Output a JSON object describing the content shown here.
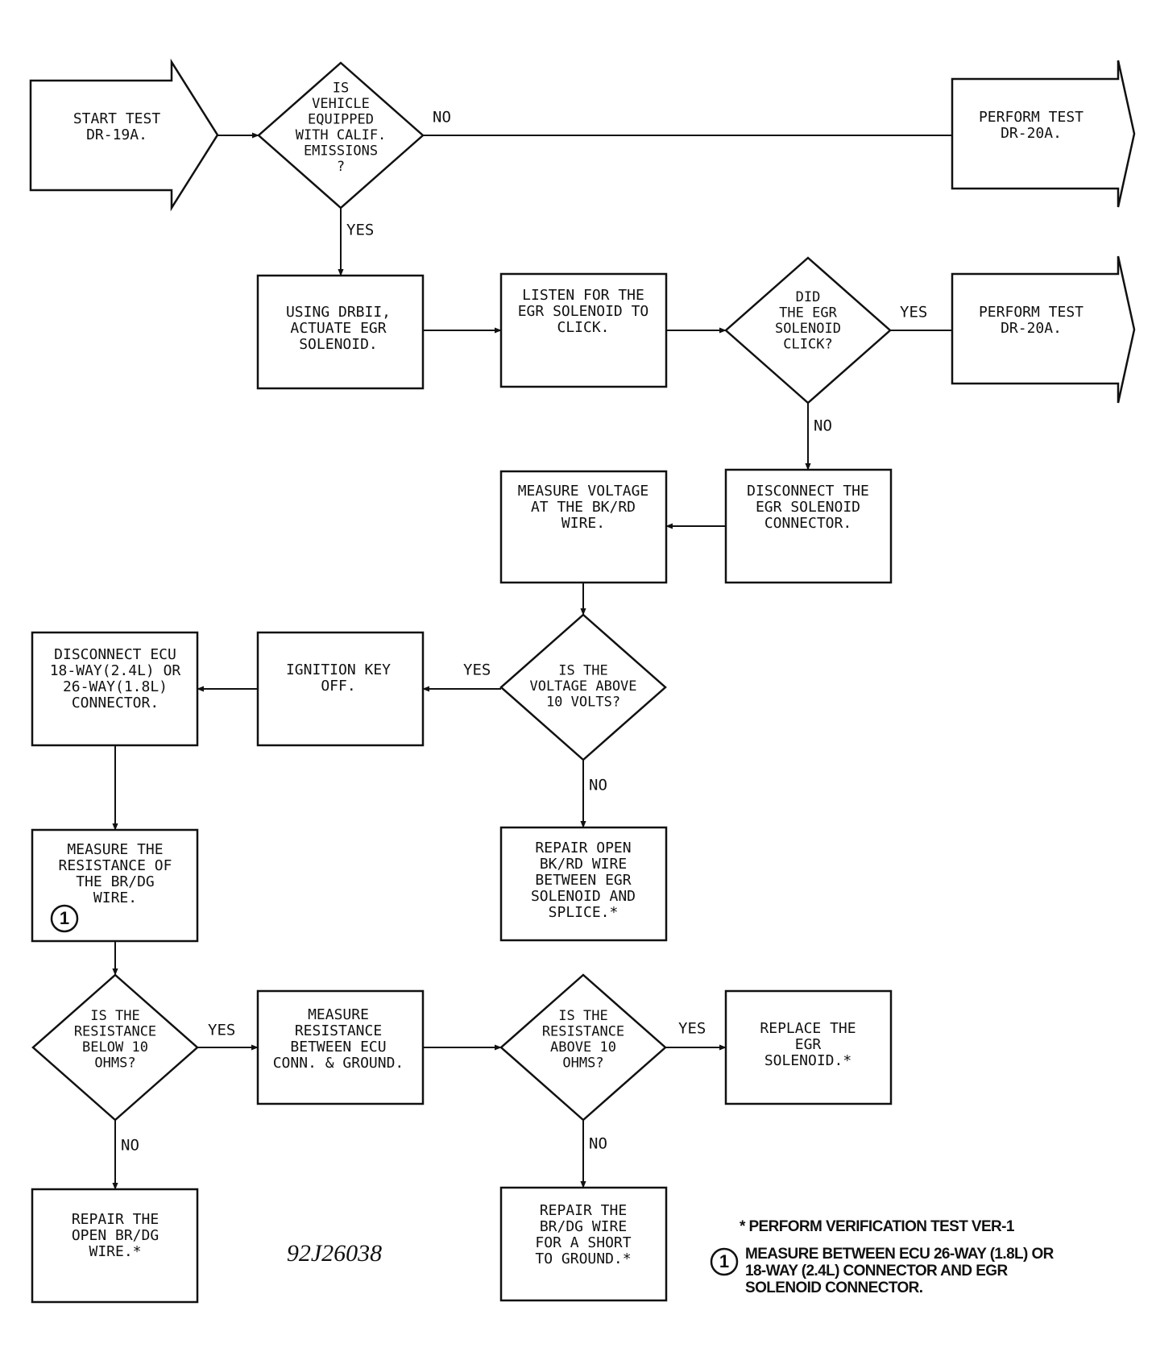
{
  "colors": {
    "ink": "#111111",
    "paper": "#ffffff"
  },
  "nodes": {
    "start": [
      "START TEST",
      "DR-19A."
    ],
    "calif_q": [
      "IS",
      "VEHICLE",
      "EQUIPPED",
      "WITH CALIF.",
      "EMISSIONS",
      "?"
    ],
    "perform_top": [
      "PERFORM TEST",
      "DR-20A."
    ],
    "actuate": [
      "USING DRBII,",
      "ACTUATE EGR",
      "SOLENOID."
    ],
    "listen": [
      "LISTEN FOR THE",
      "EGR SOLENOID TO",
      "CLICK."
    ],
    "click_q": [
      "DID",
      "THE EGR",
      "SOLENOID",
      "CLICK?"
    ],
    "perform_mid": [
      "PERFORM TEST",
      "DR-20A."
    ],
    "disconnect_egr": [
      "DISCONNECT THE",
      "EGR SOLENOID",
      "CONNECTOR."
    ],
    "measure_voltage": [
      "MEASURE VOLTAGE",
      "AT THE BK/RD",
      "WIRE."
    ],
    "voltage_q": [
      "IS THE",
      "VOLTAGE ABOVE",
      "10 VOLTS?"
    ],
    "ignition": [
      "IGNITION KEY",
      "OFF."
    ],
    "disconnect_ecu": [
      "DISCONNECT ECU",
      "18-WAY(2.4L) OR",
      "26-WAY(1.8L)",
      "CONNECTOR."
    ],
    "repair_bkrd": [
      "REPAIR OPEN",
      "BK/RD WIRE",
      "BETWEEN EGR",
      "SOLENOID AND",
      "SPLICE.*"
    ],
    "measure_res": [
      "MEASURE THE",
      "RESISTANCE OF",
      "THE BR/DG",
      "WIRE."
    ],
    "res_below_q": [
      "IS THE",
      "RESISTANCE",
      "BELOW 10",
      "OHMS?"
    ],
    "measure_ecu_gnd": [
      "MEASURE",
      "RESISTANCE",
      "BETWEEN ECU",
      "CONN. & GROUND."
    ],
    "res_above_q": [
      "IS THE",
      "RESISTANCE",
      "ABOVE 10",
      "OHMS?"
    ],
    "replace_egr": [
      "REPLACE THE",
      "EGR",
      "SOLENOID.*"
    ],
    "repair_open_brdg": [
      "REPAIR THE",
      "OPEN BR/DG",
      "WIRE.*"
    ],
    "repair_short": [
      "REPAIR THE",
      "BR/DG WIRE",
      "FOR A SHORT",
      "TO GROUND.*"
    ]
  },
  "labels": {
    "no": "NO",
    "yes": "YES",
    "circle_marker": "1"
  },
  "notes": {
    "verification": "* PERFORM VERIFICATION TEST VER-1",
    "measure_note": [
      "MEASURE BETWEEN ECU 26-WAY (1.8L) OR",
      "18-WAY (2.4L) CONNECTOR AND EGR",
      "SOLENOID CONNECTOR."
    ]
  },
  "figure_id": "92J26038"
}
